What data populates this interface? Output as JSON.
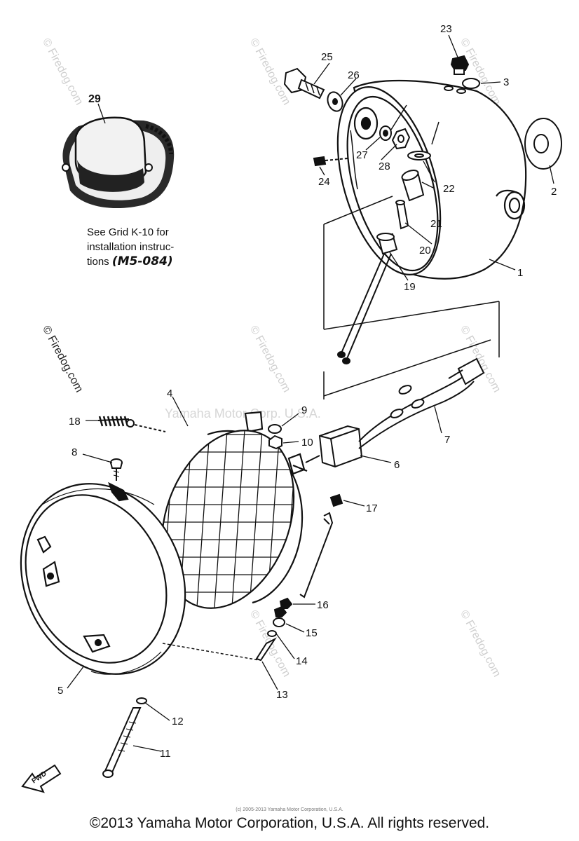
{
  "watermark": "© Firedog.com",
  "faint_watermark": "Yamaha Motor Corp. U.S.A.",
  "note": {
    "line1": "See Grid K-10 for",
    "line2": "installation instruc-",
    "line3": "tions",
    "ref": "(M5-084)"
  },
  "inset_label": "29",
  "fwd_label": "FWD",
  "callouts": [
    "1",
    "2",
    "3",
    "4",
    "5",
    "6",
    "7",
    "8",
    "9",
    "10",
    "11",
    "12",
    "13",
    "14",
    "15",
    "16",
    "17",
    "18",
    "19",
    "20",
    "21",
    "22",
    "23",
    "24",
    "25",
    "26",
    "27",
    "28"
  ],
  "small_print": "(c) 2005-2013 Yamaha Motor Corporation, U.S.A.",
  "copyright": "©2013 Yamaha Motor Corporation, U.S.A. All rights reserved."
}
